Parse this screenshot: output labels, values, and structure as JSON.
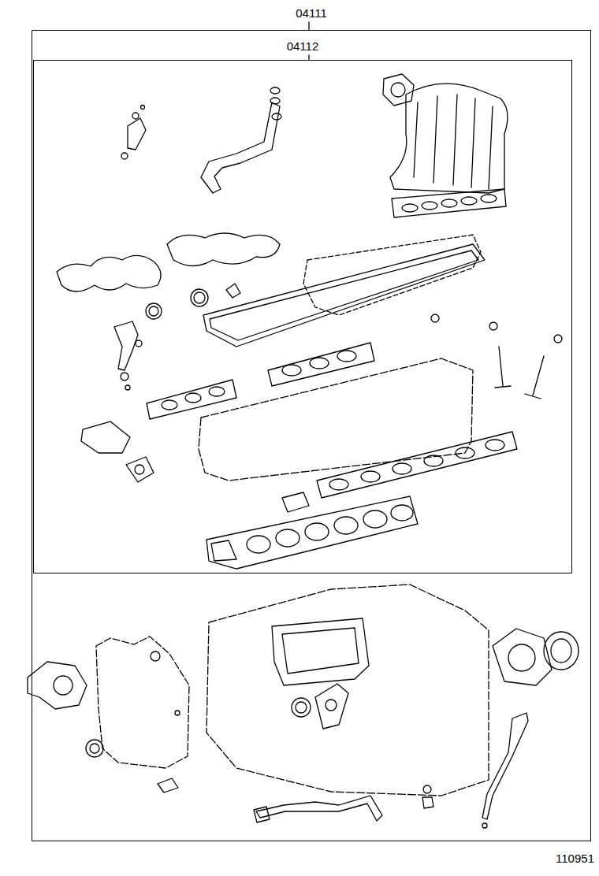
{
  "diagram": {
    "nodes": [
      {
        "text": [
          "04111"
        ]
      },
      {
        "text": [
          "04112"
        ],
        "in": 0
      }
    ],
    "labels": [
      "110951"
    ]
  }
}
